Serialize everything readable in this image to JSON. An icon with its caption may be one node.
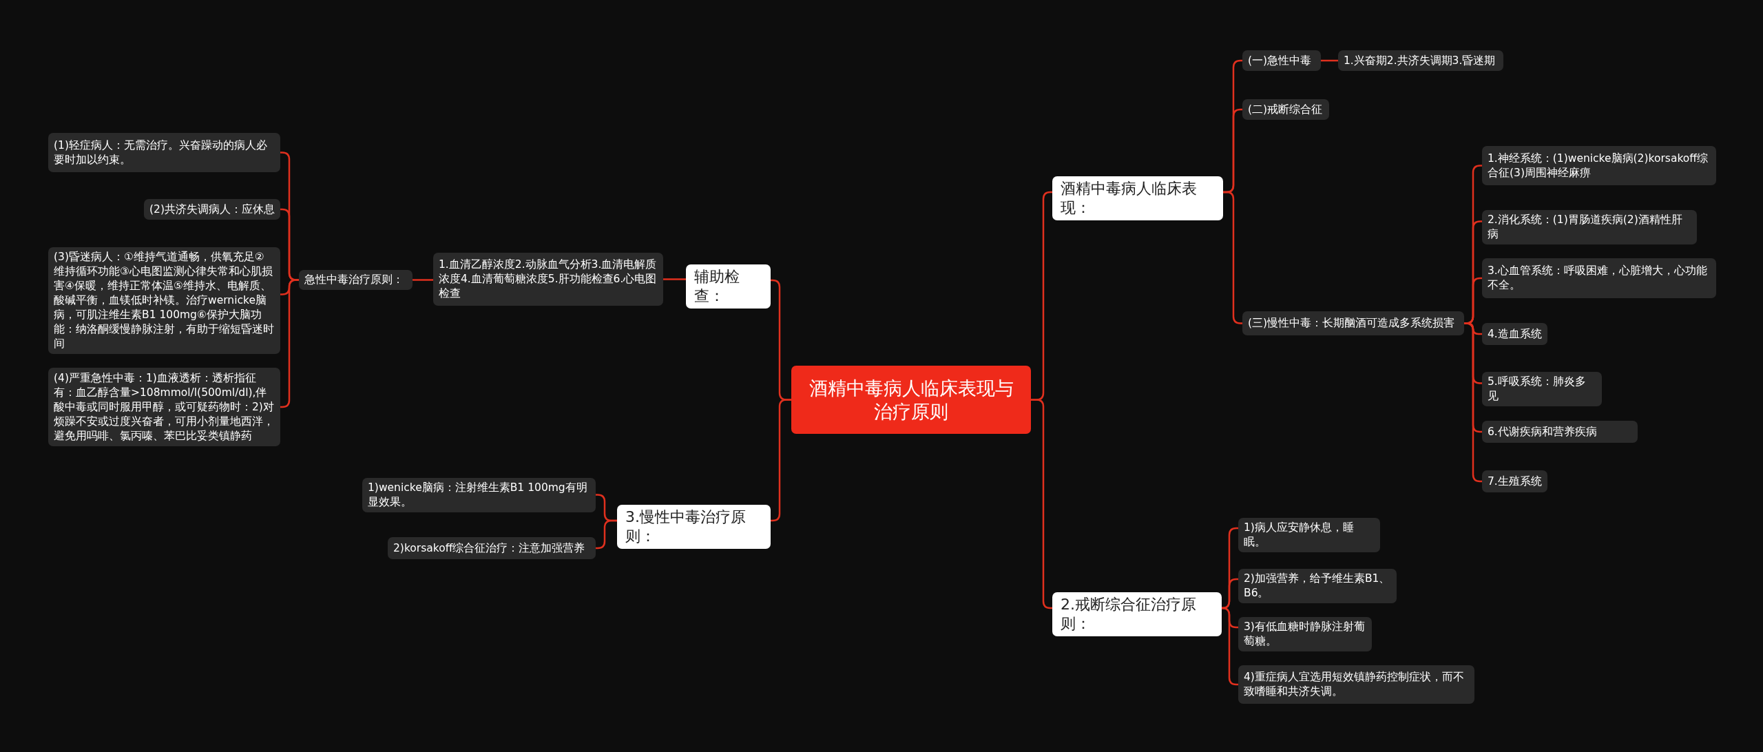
{
  "diagram": {
    "nodes": [
      {
        "text": [
          "酒精中毒病人临床表现与治疗原则"
        ]
      },
      {
        "text": [
          "酒精中毒病人临床表现："
        ]
      },
      {
        "text": [
          "(一)急性中毒"
        ]
      },
      {
        "text": [
          "1.兴奋期2.共济失调期3.昏迷期"
        ]
      },
      {
        "text": [
          "(二)戒断综合征"
        ]
      },
      {
        "text": [
          "(三)慢性中毒：长期酗酒可造成多系统损害"
        ]
      },
      {
        "text": [
          "1.神经系统：(1)wenicke脑病(2)korsakoff综合征(3)周围神经麻痹"
        ]
      },
      {
        "text": [
          "2.消化系统：(1)胃肠道疾病(2)酒精性肝病"
        ]
      },
      {
        "text": [
          "3.心血管系统：呼吸困难，心脏增大，心功能不全。"
        ]
      },
      {
        "text": [
          "4.造血系统"
        ]
      },
      {
        "text": [
          "5.呼吸系统：肺炎多见"
        ]
      },
      {
        "text": [
          "6.代谢疾病和营养疾病"
        ]
      },
      {
        "text": [
          "7.生殖系统"
        ]
      },
      {
        "text": [
          "2.戒断综合征治疗原则："
        ]
      },
      {
        "text": [
          "1)病人应安静休息，睡眠。"
        ]
      },
      {
        "text": [
          "2)加强营养，给予维生素B1、B6。"
        ]
      },
      {
        "text": [
          "3)有低血糖时静脉注射葡萄糖。"
        ]
      },
      {
        "text": [
          "4)重症病人宜选用短效镇静药控制症状，而不致嗜睡和共济失调。"
        ]
      },
      {
        "text": [
          "辅助检查："
        ]
      },
      {
        "text": [
          "1.血清乙醇浓度2.动脉血气分析3.血清电解质浓度4.血清葡萄糖浓度5.肝功能检查6.心电图检查"
        ]
      },
      {
        "text": [
          "急性中毒治疗原则："
        ]
      },
      {
        "text": [
          "(1)轻症病人：无需治疗。兴奋躁动的病人必要时加以约束。"
        ]
      },
      {
        "text": [
          "(2)共济失调病人：应休息"
        ]
      },
      {
        "text": [
          "(3)昏迷病人：①维持气道通畅，供氧充足②维持循环功能③心电图监测心律失常和心肌损害④保暖，维持正常体温⑤维持水、电解质、酸碱平衡，血镁低时补镁。治疗wernicke脑病，可肌注维生素B1 100mg⑥保护大脑功能：纳洛酮缓慢静脉注射，有助于缩短昏迷时间"
        ]
      },
      {
        "text": [
          "(4)严重急性中毒：1)血液透析：透析指征有：血乙醇含量>108mmol/l(500ml/dl),伴酸中毒或同时服用甲醇，或可疑药物时：2)对烦躁不安或过度兴奋者，可用小剂量地西泮，避免用吗啡、氯丙嗪、苯巴比妥类镇静药"
        ]
      },
      {
        "text": [
          "3.慢性中毒治疗原则："
        ]
      },
      {
        "text": [
          "1)wenicke脑病：注射维生素B1 100mg有明显效果。"
        ]
      },
      {
        "text": [
          "2)korsakoff综合征治疗：注意加强营养"
        ]
      }
    ],
    "edges": [
      {
        "from": 0,
        "to": 1,
        "arrow": "none"
      },
      {
        "from": 0,
        "to": 13,
        "arrow": "none"
      },
      {
        "from": 0,
        "to": 18,
        "arrow": "none"
      },
      {
        "from": 0,
        "to": 25,
        "arrow": "none"
      },
      {
        "from": 1,
        "to": 2,
        "arrow": "none"
      },
      {
        "from": 1,
        "to": 4,
        "arrow": "none"
      },
      {
        "from": 1,
        "to": 5,
        "arrow": "none"
      },
      {
        "from": 2,
        "to": 3,
        "arrow": "none"
      },
      {
        "from": 5,
        "to": 6,
        "arrow": "none"
      },
      {
        "from": 5,
        "to": 7,
        "arrow": "none"
      },
      {
        "from": 5,
        "to": 8,
        "arrow": "none"
      },
      {
        "from": 5,
        "to": 9,
        "arrow": "none"
      },
      {
        "from": 5,
        "to": 10,
        "arrow": "none"
      },
      {
        "from": 5,
        "to": 11,
        "arrow": "none"
      },
      {
        "from": 5,
        "to": 12,
        "arrow": "none"
      },
      {
        "from": 13,
        "to": 14,
        "arrow": "none"
      },
      {
        "from": 13,
        "to": 15,
        "arrow": "none"
      },
      {
        "from": 13,
        "to": 16,
        "arrow": "none"
      },
      {
        "from": 13,
        "to": 17,
        "arrow": "none"
      },
      {
        "from": 18,
        "to": 19,
        "arrow": "none"
      },
      {
        "from": 19,
        "to": 20,
        "arrow": "none"
      },
      {
        "from": 20,
        "to": 21,
        "arrow": "none"
      },
      {
        "from": 20,
        "to": 22,
        "arrow": "none"
      },
      {
        "from": 20,
        "to": 23,
        "arrow": "none"
      },
      {
        "from": 20,
        "to": 24,
        "arrow": "none"
      },
      {
        "from": 25,
        "to": 26,
        "arrow": "none"
      },
      {
        "from": 25,
        "to": 27,
        "arrow": "none"
      }
    ]
  }
}
